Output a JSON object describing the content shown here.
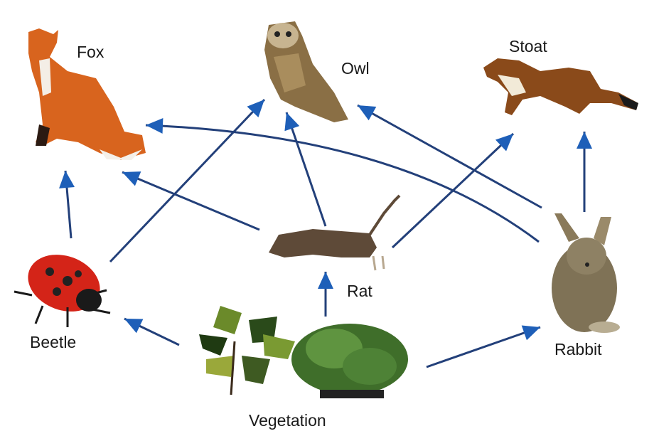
{
  "colors": {
    "line": "#23407a",
    "head": "#1e5fb8"
  },
  "labels": {
    "fox": "Fox",
    "owl": "Owl",
    "stoat": "Stoat",
    "beetle": "Beetle",
    "rat": "Rat",
    "rabbit": "Rabbit",
    "vegetation": "Vegetation"
  },
  "links": [
    {
      "from": "Beetle",
      "to": "Fox"
    },
    {
      "from": "Beetle",
      "to": "Owl"
    },
    {
      "from": "Rat",
      "to": "Fox"
    },
    {
      "from": "Rat",
      "to": "Owl"
    },
    {
      "from": "Rat",
      "to": "Stoat"
    },
    {
      "from": "Rabbit",
      "to": "Owl"
    },
    {
      "from": "Rabbit",
      "to": "Fox"
    },
    {
      "from": "Rabbit",
      "to": "Stoat"
    },
    {
      "from": "Vegetation",
      "to": "Beetle"
    },
    {
      "from": "Vegetation",
      "to": "Rat"
    },
    {
      "from": "Vegetation",
      "to": "Rabbit"
    }
  ]
}
